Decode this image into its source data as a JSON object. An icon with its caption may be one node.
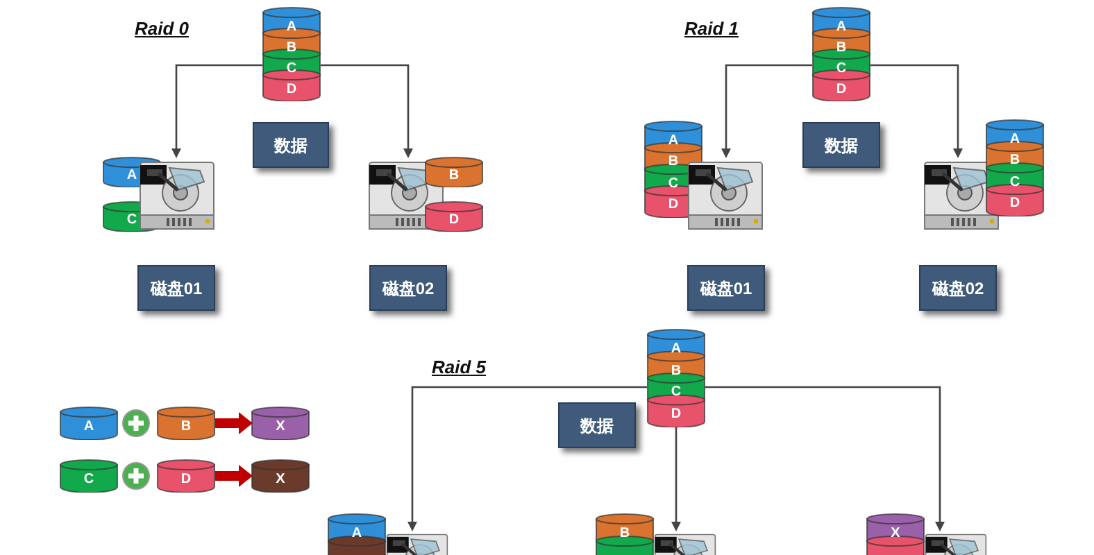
{
  "diagram": {
    "nodes": [
      {
        "text": [
          "A",
          "B",
          "C",
          "D"
        ]
      },
      {
        "text": [
          "数据"
        ]
      },
      {
        "text": [
          "A"
        ]
      },
      {
        "text": [
          "C"
        ]
      },
      {
        "text": [],
        "shape": "picture"
      },
      {
        "text": [],
        "shape": "picture"
      },
      {
        "text": [
          "B"
        ]
      },
      {
        "text": [
          "D"
        ]
      },
      {
        "text": [
          "磁盘01"
        ]
      },
      {
        "text": [
          "磁盘02"
        ]
      },
      {
        "text": [
          "A",
          "B",
          "C",
          "D"
        ]
      },
      {
        "text": [
          "数据"
        ]
      },
      {
        "text": [
          "A",
          "B",
          "C",
          "D"
        ]
      },
      {
        "text": [],
        "shape": "picture"
      },
      {
        "text": [],
        "shape": "picture"
      },
      {
        "text": [
          "A",
          "B",
          "C",
          "D"
        ]
      },
      {
        "text": [
          "磁盘01"
        ]
      },
      {
        "text": [
          "磁盘02"
        ]
      },
      {
        "text": [
          "A"
        ]
      },
      {
        "text": [
          "B"
        ]
      },
      {
        "text": [
          "X"
        ]
      },
      {
        "text": [
          "C"
        ]
      },
      {
        "text": [
          "D"
        ]
      },
      {
        "text": [
          "X"
        ]
      },
      {
        "text": [
          "A",
          "B",
          "C",
          "D"
        ]
      },
      {
        "text": [
          "数据"
        ]
      },
      {
        "text": [
          "A"
        ]
      },
      {
        "text": [],
        "shape": "picture"
      },
      {
        "text": [
          "B"
        ]
      },
      {
        "text": [],
        "shape": "picture"
      },
      {
        "text": [
          "X"
        ]
      },
      {
        "text": [],
        "shape": "picture"
      }
    ],
    "edges": [
      {
        "from": 0,
        "to": 4,
        "arrow": "to"
      },
      {
        "from": 0,
        "to": 5,
        "arrow": "to"
      },
      {
        "from": 10,
        "to": 13,
        "arrow": "to"
      },
      {
        "from": 10,
        "to": 14,
        "arrow": "to"
      },
      {
        "from": 24,
        "to": 27,
        "arrow": "to"
      },
      {
        "from": 24,
        "to": 29,
        "arrow": "to"
      },
      {
        "from": 24,
        "to": 31,
        "arrow": "to"
      },
      {
        "from": 19,
        "to": 20,
        "arrow": "to",
        "style": "thick",
        "color": "#c00000"
      },
      {
        "from": 22,
        "to": 23,
        "arrow": "to",
        "style": "thick",
        "color": "#c00000"
      }
    ],
    "labels": [
      "Raid 0",
      "Raid 1",
      "Raid 5"
    ]
  }
}
